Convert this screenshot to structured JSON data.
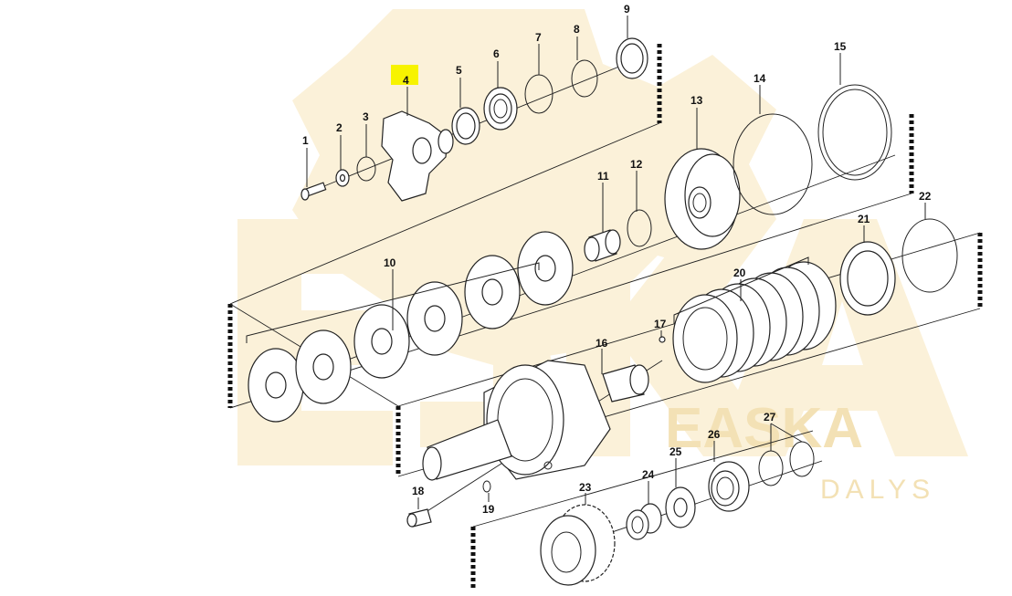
{
  "diagram": {
    "highlight_color": "#f7f300",
    "watermark_color": "#f3e1b5",
    "parts": [
      {
        "id": "p1",
        "label": "1"
      },
      {
        "id": "p2",
        "label": "2"
      },
      {
        "id": "p3",
        "label": "3"
      },
      {
        "id": "p4",
        "label": "4"
      },
      {
        "id": "p5",
        "label": "5"
      },
      {
        "id": "p6",
        "label": "6"
      },
      {
        "id": "p7",
        "label": "7"
      },
      {
        "id": "p8",
        "label": "8"
      },
      {
        "id": "p9",
        "label": "9"
      },
      {
        "id": "p10",
        "label": "10"
      },
      {
        "id": "p11",
        "label": "11"
      },
      {
        "id": "p12",
        "label": "12"
      },
      {
        "id": "p13",
        "label": "13"
      },
      {
        "id": "p14",
        "label": "14"
      },
      {
        "id": "p15",
        "label": "15"
      },
      {
        "id": "p16",
        "label": "16"
      },
      {
        "id": "p17",
        "label": "17"
      },
      {
        "id": "p18",
        "label": "18"
      },
      {
        "id": "p19",
        "label": "19"
      },
      {
        "id": "p20",
        "label": "20"
      },
      {
        "id": "p21",
        "label": "21"
      },
      {
        "id": "p22",
        "label": "22"
      },
      {
        "id": "p23",
        "label": "23"
      },
      {
        "id": "p24",
        "label": "24"
      },
      {
        "id": "p25",
        "label": "25"
      },
      {
        "id": "p26",
        "label": "26"
      },
      {
        "id": "p27",
        "label": "27"
      }
    ],
    "watermark": {
      "brand": "EASKA",
      "tagline": "DALYS"
    }
  }
}
